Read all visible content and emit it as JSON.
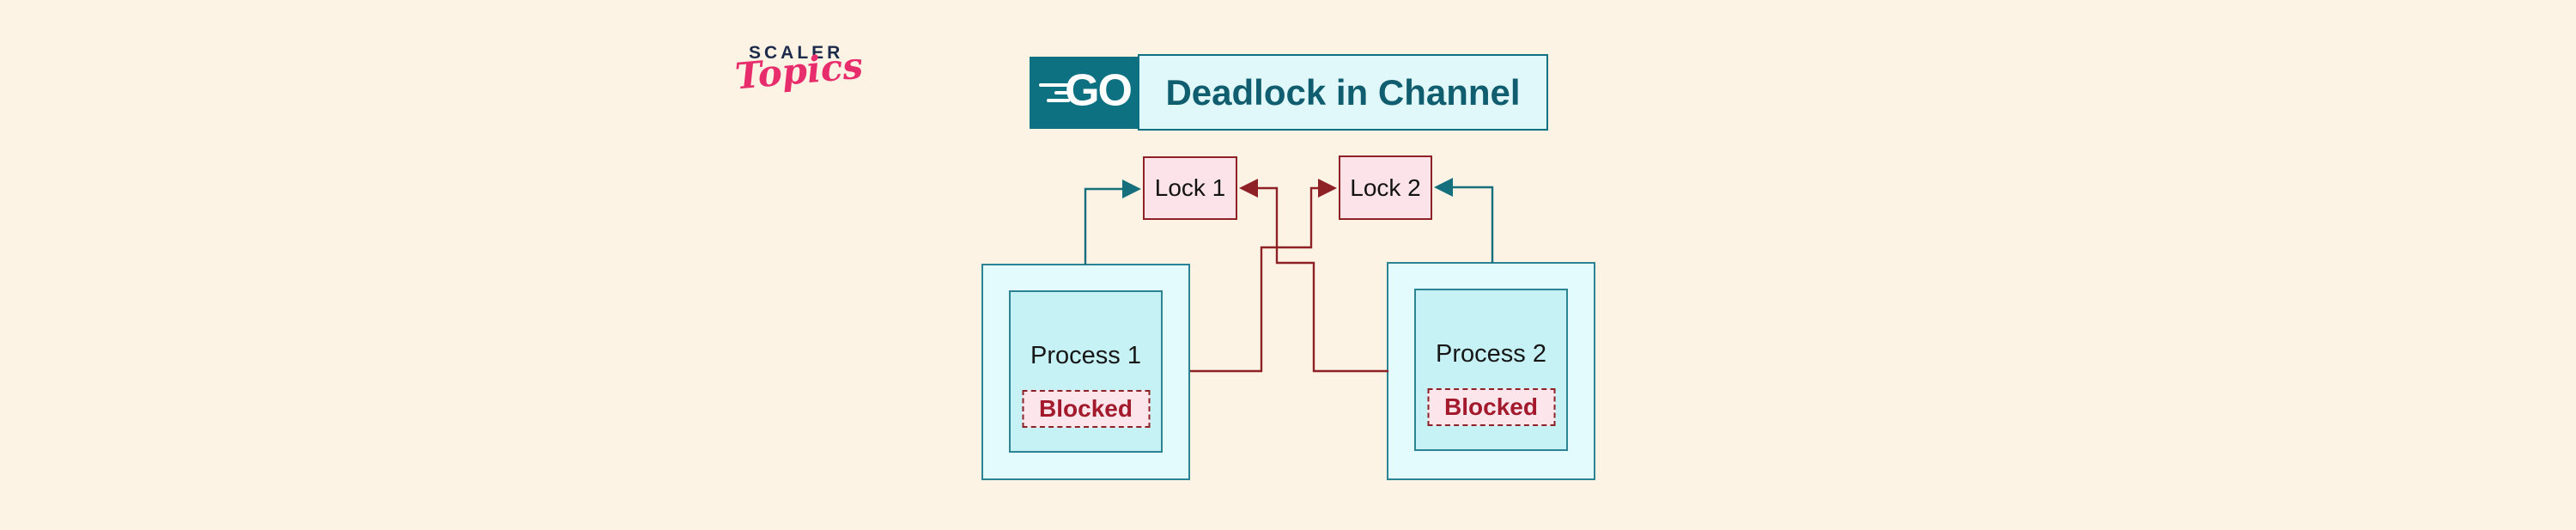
{
  "brand": {
    "scaler": "SCALER",
    "topics": "Topics"
  },
  "header": {
    "logo_text": "GO",
    "title": "Deadlock in Channel"
  },
  "diagram": {
    "locks": [
      {
        "label": "Lock 1"
      },
      {
        "label": "Lock 2"
      }
    ],
    "processes": [
      {
        "label": "Process 1",
        "status": "Blocked"
      },
      {
        "label": "Process 2",
        "status": "Blocked"
      }
    ],
    "edges": [
      {
        "from": "Process 1",
        "to": "Lock 1",
        "color": "teal"
      },
      {
        "from": "Process 2",
        "to": "Lock 2",
        "color": "teal"
      },
      {
        "from": "Process 2",
        "to": "Lock 1",
        "color": "dark-red"
      },
      {
        "from": "Process 1",
        "to": "Lock 2",
        "color": "dark-red"
      }
    ]
  },
  "colors": {
    "background": "#fdf3e5",
    "go_badge_teal": "#0d7182",
    "title_box_bg": "#e0f8fa",
    "title_text": "#0f5d6e",
    "process_outer_bg": "#e4fbfd",
    "process_inner_bg": "#c6f1f5",
    "process_border": "#2b8393",
    "lock_bg": "#fbe3e9",
    "blocked_bg": "#fde5ec",
    "dark_red": "#8e2125",
    "blocked_text": "#a21a2b",
    "teal_wire": "#156f7d",
    "brand_navy": "#1c2b4b",
    "brand_pink": "#e72d6c"
  }
}
